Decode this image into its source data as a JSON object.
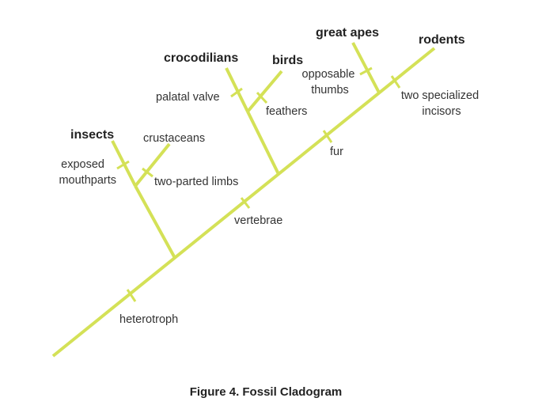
{
  "diagram": {
    "line_color": "#d4e157",
    "caption": "Figure 4. Fossil Cladogram",
    "taxa": {
      "insects": "insects",
      "crustaceans": "crustaceans",
      "crocodilians": "crocodilians",
      "birds": "birds",
      "great_apes": "great apes",
      "rodents": "rodents"
    },
    "traits": {
      "heterotroph": "heterotroph",
      "exposed_mouthparts": [
        "exposed",
        "mouthparts"
      ],
      "two_parted_limbs": "two-parted limbs",
      "vertebrae": "vertebrae",
      "palatal_valve": "palatal valve",
      "feathers": "feathers",
      "fur": "fur",
      "opposable_thumbs": [
        "opposable",
        "thumbs"
      ],
      "two_specialized_incisors": [
        "two specialized",
        "incisors"
      ]
    }
  }
}
